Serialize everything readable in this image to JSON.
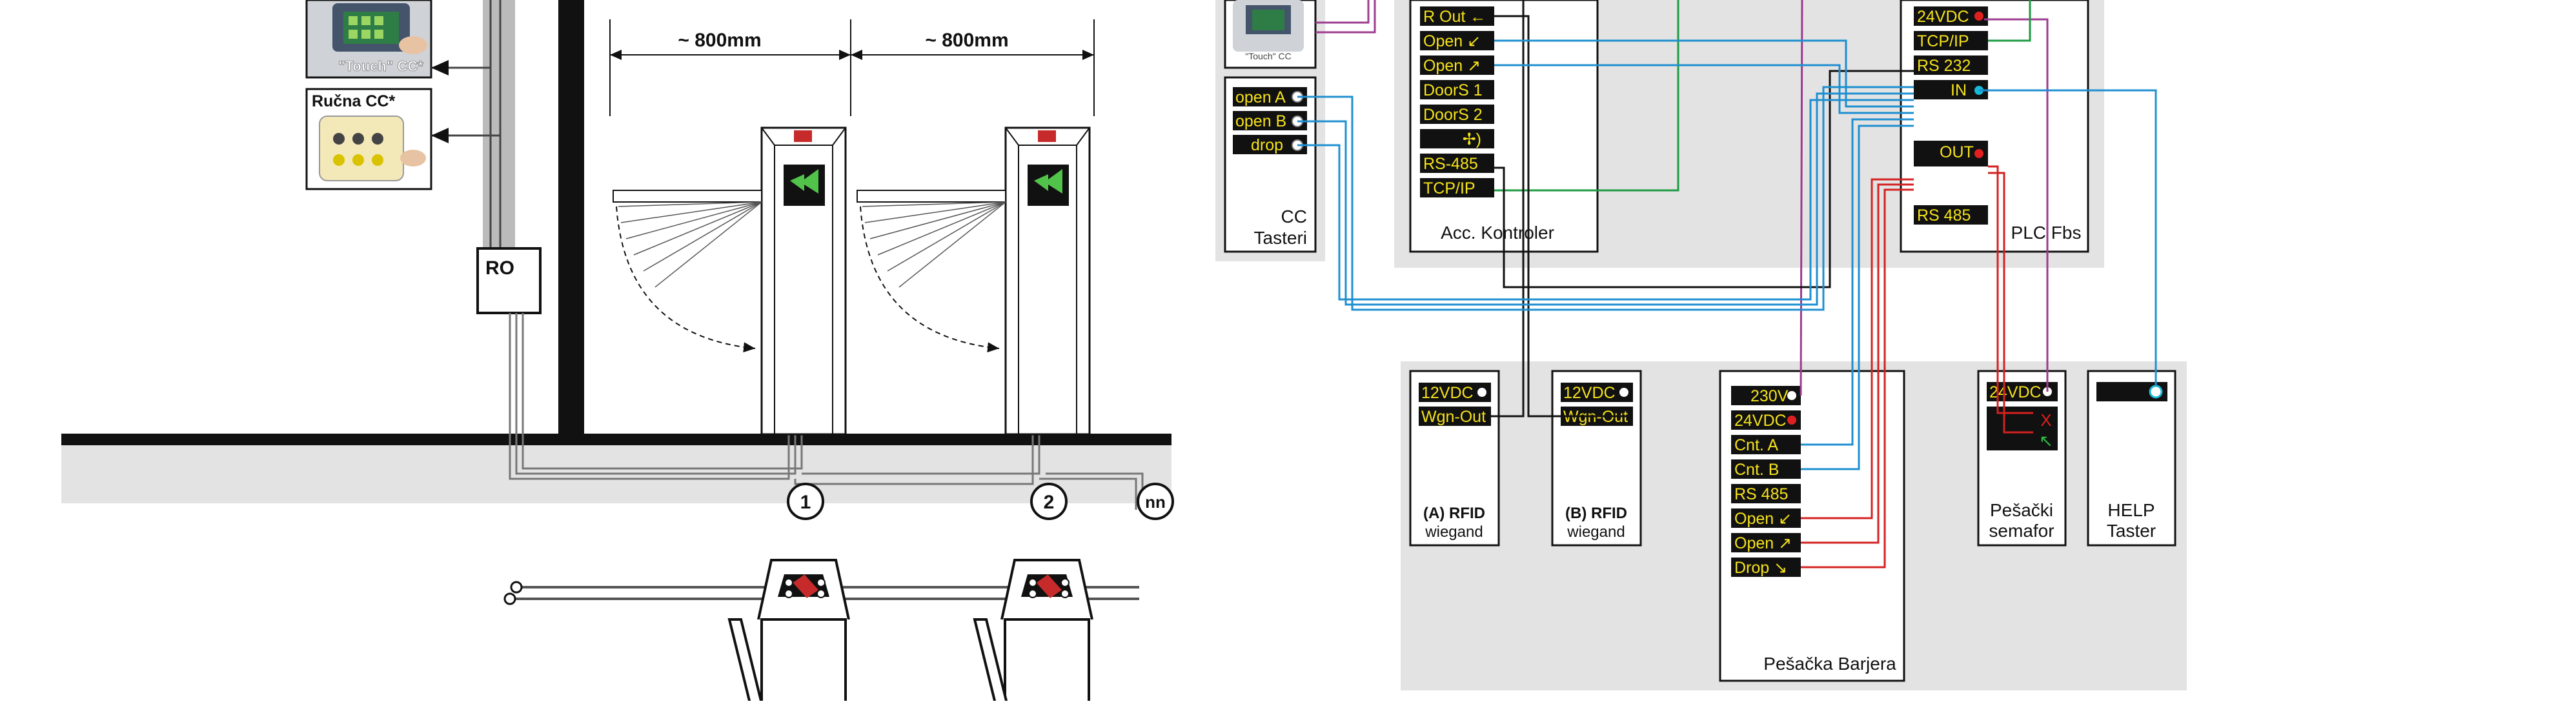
{
  "colors": {
    "panel_bg": "#e3e3e3",
    "label_bg": "#111111",
    "label_text": "#f5e21b",
    "wire_blue": "#1e8fd0",
    "wire_red": "#d42121",
    "wire_green": "#1d9a43",
    "wire_purple": "#9c3b8f",
    "wire_black": "#111111",
    "led_red": "#e02020",
    "led_white": "#ffffff",
    "led_cyan": "#18b8d8"
  },
  "left_diagram": {
    "touch_cc": "\"Touch\" CC*",
    "rucna_cc": "Ručna CC*",
    "ro_label": "RO",
    "spacing_1": "~ 800mm",
    "spacing_2": "~ 800mm",
    "gate_numbers": [
      "1",
      "2",
      "nn"
    ]
  },
  "wiring": {
    "cc_tasteri": {
      "title_line1": "CC",
      "title_line2": "Tasteri",
      "device_caption": "\"Touch\" CC",
      "terminals": [
        "open A",
        "open B",
        "drop"
      ]
    },
    "acc_kontroler": {
      "title": "Acc. Kontroler",
      "terminals": [
        "R Out ←",
        "Open ↙",
        "Open ↗",
        "DoorS 1",
        "DoorS 2",
        "✢)",
        "RS-485",
        "TCP/IP"
      ]
    },
    "plc": {
      "title": "PLC Fbs",
      "terminals_top": [
        "24VDC",
        "TCP/IP",
        "RS 232",
        "IN"
      ],
      "terminal_out": "OUT",
      "terminal_bottom": "RS 485"
    },
    "rfid_a": {
      "title_line1": "(A) RFID",
      "title_line2": "wiegand",
      "terminals": [
        "12VDC",
        "Wgn-Out"
      ]
    },
    "rfid_b": {
      "title_line1": "(B) RFID",
      "title_line2": "wiegand",
      "terminals": [
        "12VDC",
        "Wgn-Out"
      ]
    },
    "barrier": {
      "title": "Pešačka Barjera",
      "terminals": [
        "230V",
        "24VDC",
        "Cnt. A",
        "Cnt. B",
        "RS 485",
        "Open ↙",
        "Open ↗",
        "Drop ↘"
      ]
    },
    "semafor": {
      "title_line1": "Pešački",
      "title_line2": "semafor",
      "terminal": "24VDC",
      "sym_stop": "X",
      "sym_go": "↖"
    },
    "help": {
      "title_line1": "HELP",
      "title_line2": "Taster"
    }
  }
}
